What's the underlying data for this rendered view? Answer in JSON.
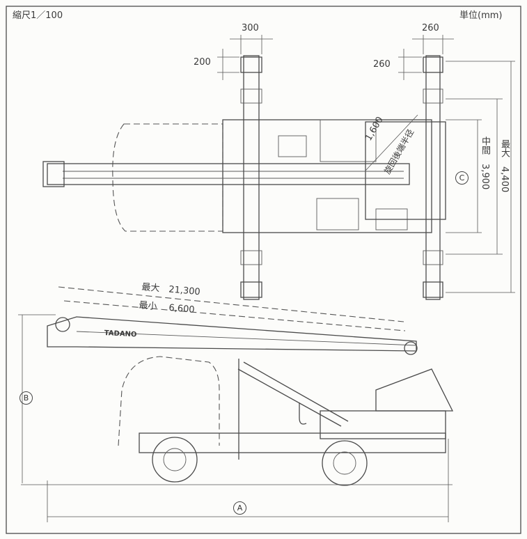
{
  "header": {
    "scale": "縮尺1／100",
    "unit": "単位(mm)"
  },
  "top_view": {
    "outrigger_pad_width_front": "300",
    "outrigger_pad_depth_front": "200",
    "outrigger_pad_width_rear": "260",
    "outrigger_pad_depth_rear": "260",
    "tail_swing_radius_value": "1,600",
    "tail_swing_radius_label": "旋回後端半径",
    "width_middle": "中間　3,900",
    "width_max": "最大　4,400",
    "circle_c": "C"
  },
  "side_view": {
    "boom_max": "最大　21,300",
    "boom_min": "最小　 6,600",
    "brand": "TADANO",
    "circle_b": "B",
    "circle_a": "A"
  }
}
